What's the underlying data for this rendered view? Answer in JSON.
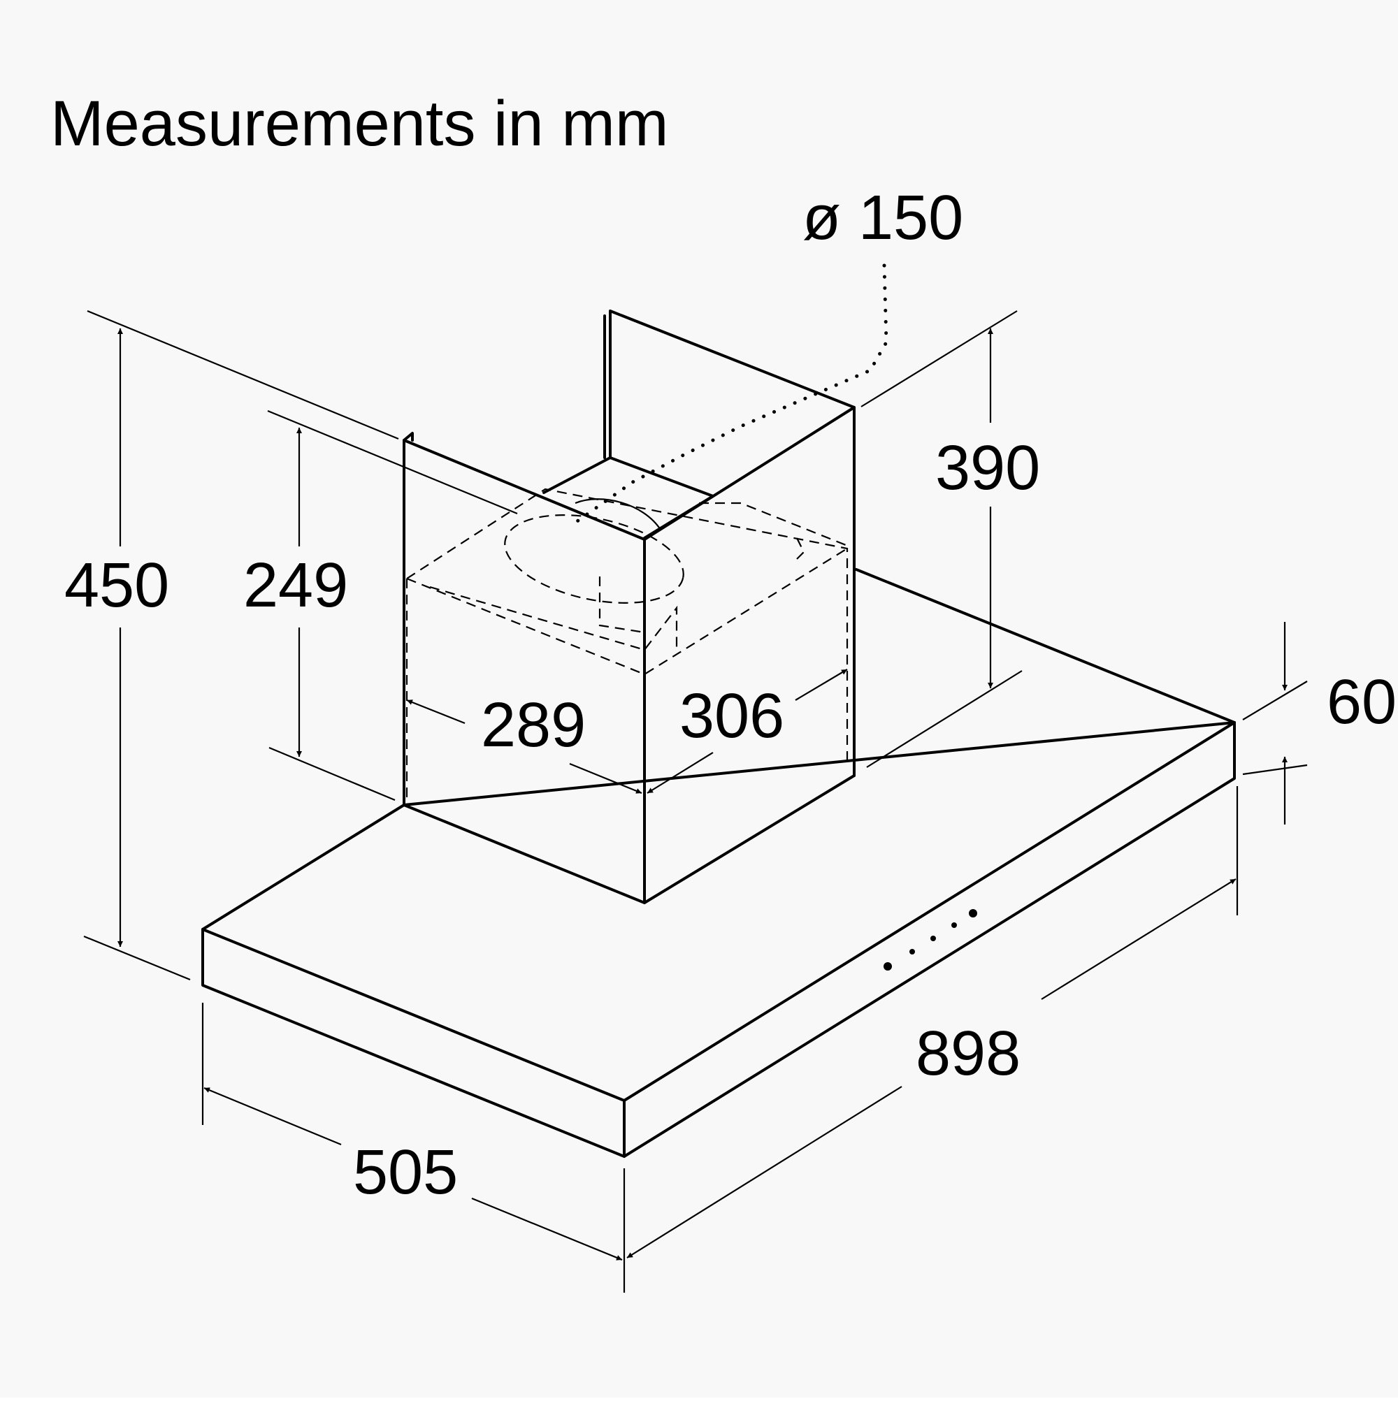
{
  "title": "Measurements in mm",
  "dimensions": {
    "duct_diameter": "ø 150",
    "total_height": "450",
    "chimney_inner_height": "249",
    "chimney_upper_height": "390",
    "canopy_thickness": "60",
    "chimney_width": "289",
    "chimney_depth": "306",
    "canopy_depth": "505",
    "canopy_width": "898"
  }
}
